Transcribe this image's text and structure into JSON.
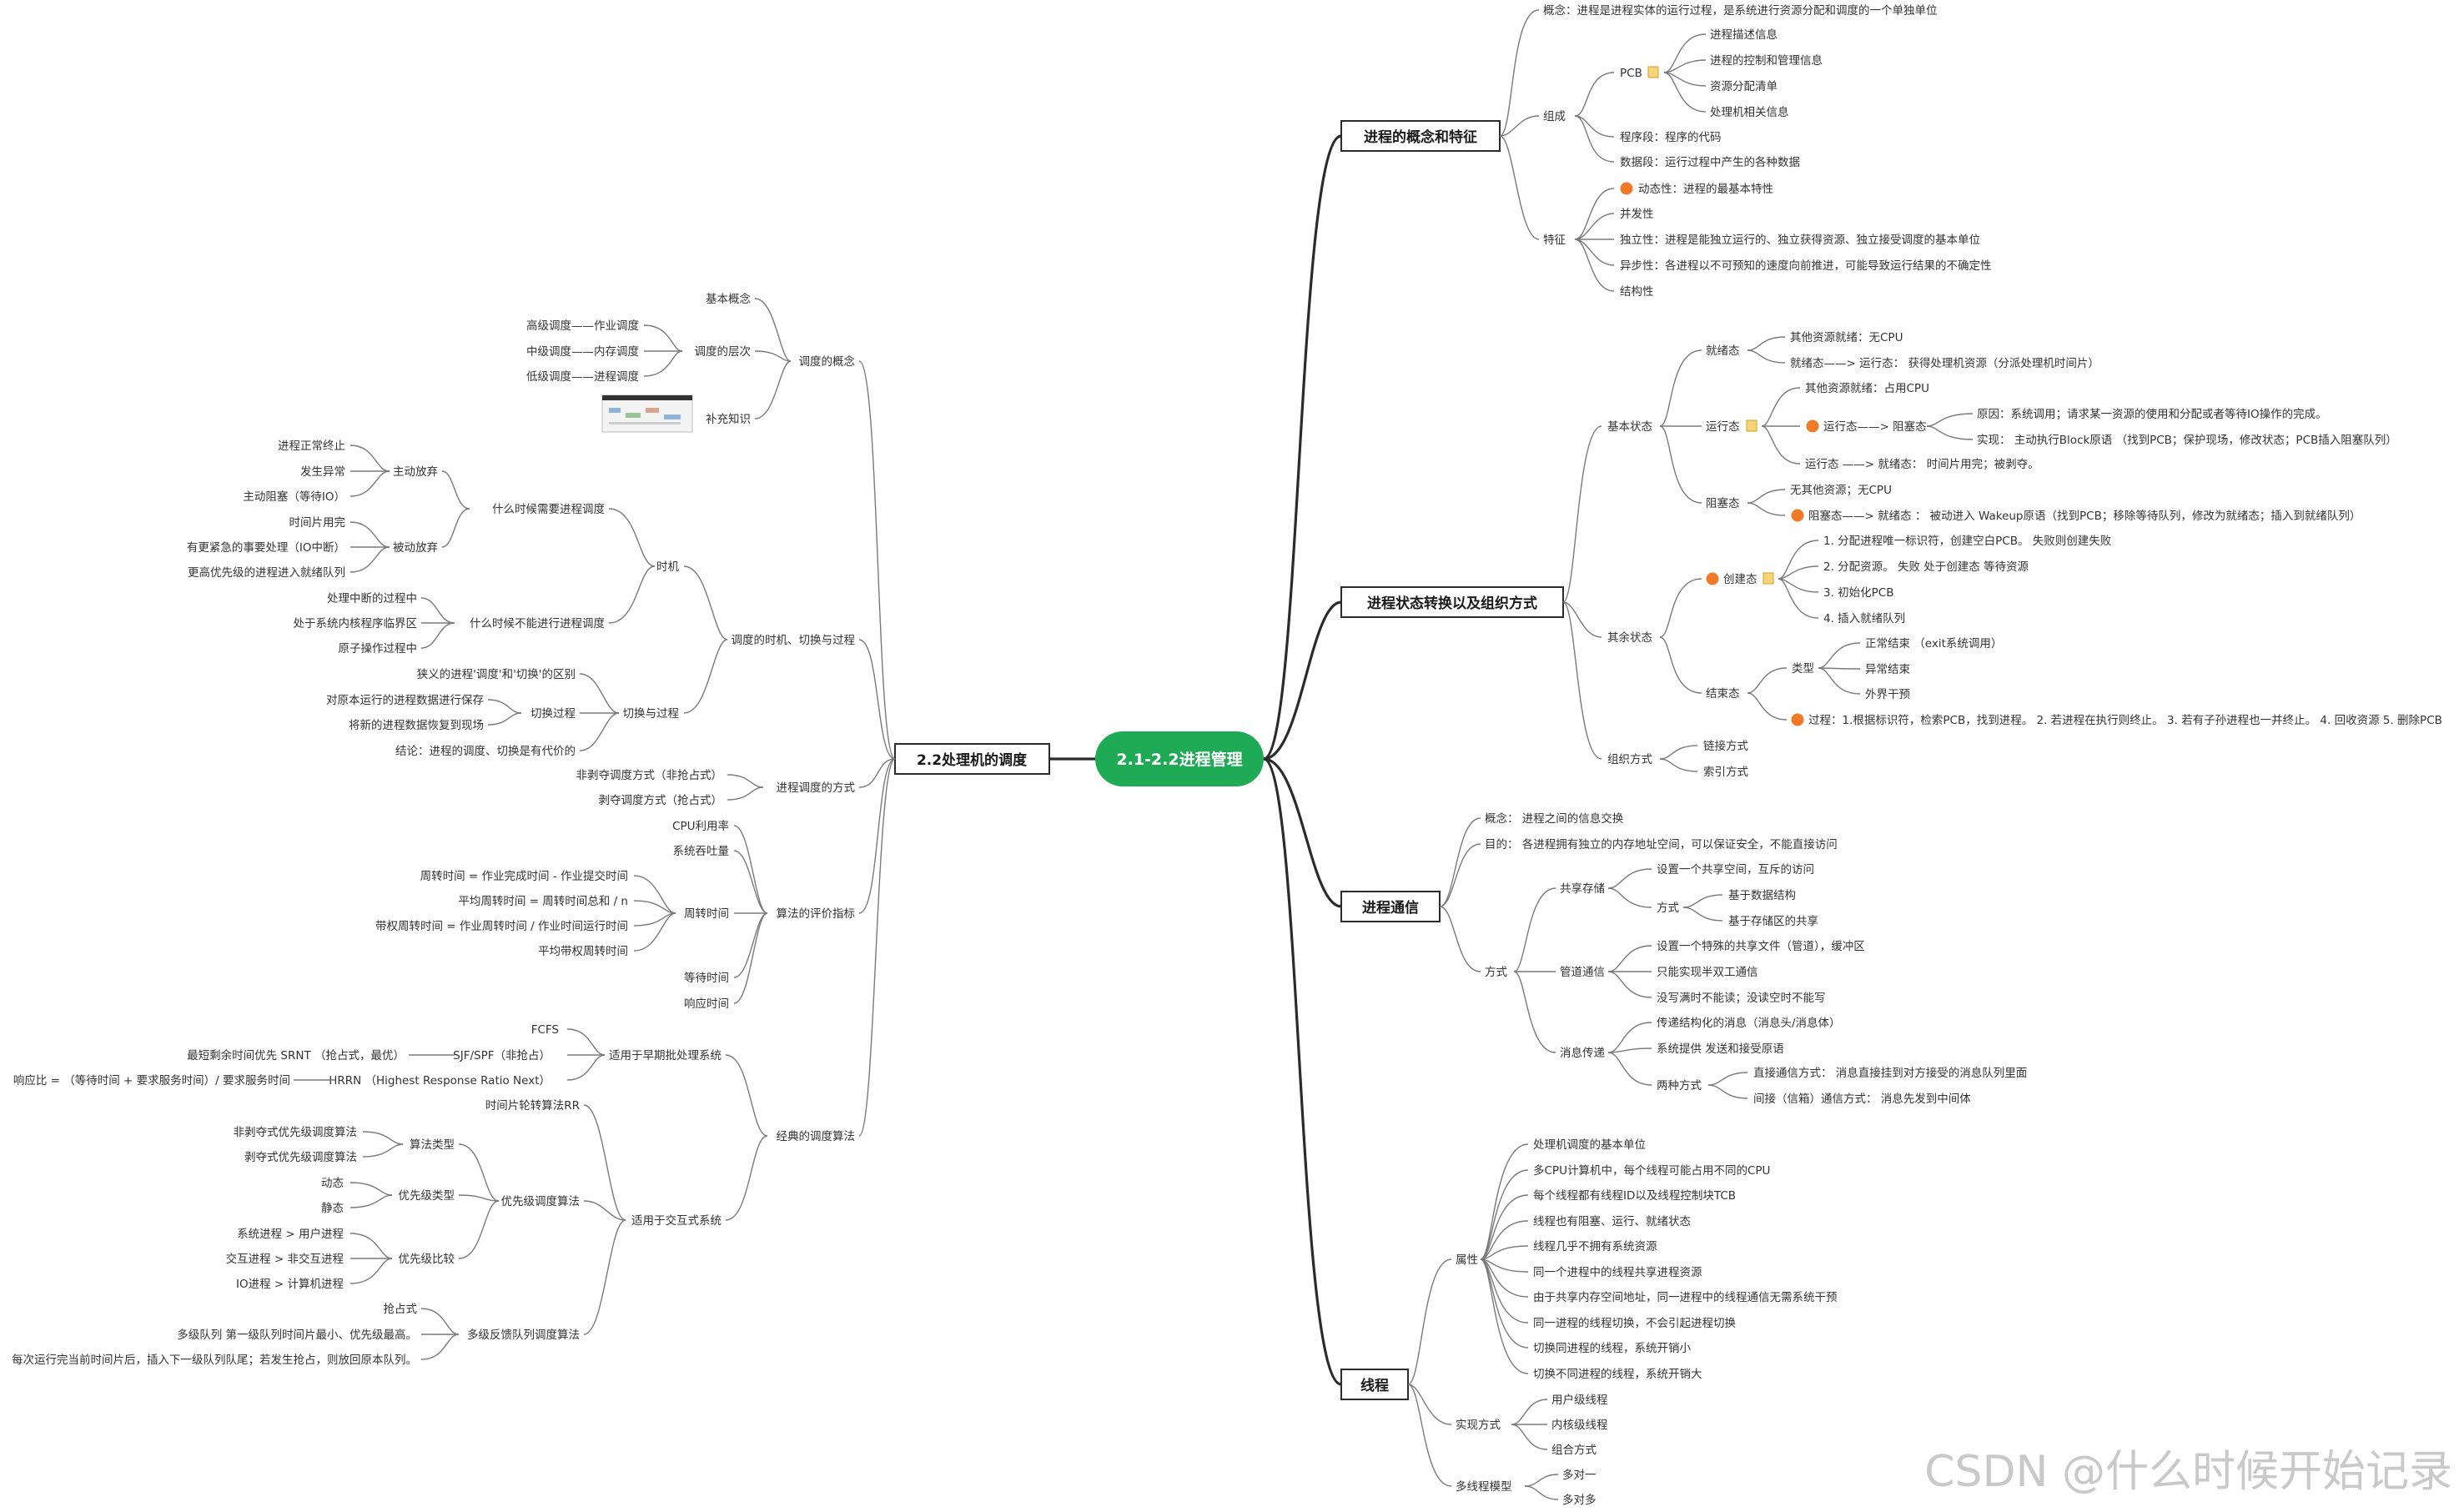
{
  "main": "2.1-2.2进程管理",
  "watermark": "CSDN @什么时候开始记录",
  "cat": {
    "c1": "进程的概念和特征",
    "c2": "进程状态转换以及组织方式",
    "c3": "进程通信",
    "c4": "线程",
    "c5": "2.2处理机的调度"
  },
  "c1": {
    "concept": "概念：进程是进程实体的运行过程，是系统进行资源分配和调度的一个单独单位",
    "zucheng": "组成",
    "pcb": "PCB",
    "pcb_items": [
      "进程描述信息",
      "进程的控制和管理信息",
      "资源分配清单",
      "处理机相关信息"
    ],
    "program": "程序段：程序的代码",
    "data": "数据段：运行过程中产生的各种数据",
    "tezheng": "特征",
    "tz_items": [
      "动态性：进程的最基本特性",
      "并发性",
      "独立性：进程是能独立运行的、独立获得资源、独立接受调度的基本单位",
      "异步性：各进程以不可预知的速度向前推进，可能导致运行结果的不确定性",
      "结构性"
    ]
  },
  "c2": {
    "basic": "基本状态",
    "jiuxu": "就绪态",
    "jx_items": [
      "其他资源就绪：无CPU",
      "就绪态——> 运行态： 获得处理机资源（分派处理机时间片）"
    ],
    "yunxing": "运行态",
    "yx_a": "其他资源就绪：占用CPU",
    "yx_b": "运行态——> 阻塞态",
    "yx_b_items": [
      "原因：系统调用；请求某一资源的使用和分配或者等待IO操作的完成。",
      "实现： 主动执行Block原语 （找到PCB；保护现场，修改状态；PCB插入阻塞队列）"
    ],
    "yx_c": "运行态 ——> 就绪态： 时间片用完；被剥夺。",
    "zuse": "阻塞态",
    "zs_items": [
      "无其他资源；无CPU",
      "阻塞态——> 就绪态 ： 被动进入 Wakeup原语（找到PCB；移除等待队列，修改为就绪态；插入到就绪队列）"
    ],
    "other": "其余状态",
    "chuangjian": "创建态",
    "cj_items": [
      "1. 分配进程唯一标识符，创建空白PCB。 失败则创建失败",
      "2. 分配资源。 失败 处于创建态 等待资源",
      "3. 初始化PCB",
      "4. 插入就绪队列"
    ],
    "jieshu": "结束态",
    "leixing": "类型",
    "lx_items": [
      "正常结束 （exit系统调用）",
      "异常结束",
      "外界干预"
    ],
    "guocheng": "过程：1.根据标识符，检索PCB，找到进程。 2. 若进程在执行则终止。 3. 若有子孙进程也一并终止。 4. 回收资源 5. 删除PCB",
    "org": "组织方式",
    "org_items": [
      "链接方式",
      "索引方式"
    ]
  },
  "c3": {
    "concept": "概念： 进程之间的信息交换",
    "purpose": "目的： 各进程拥有独立的内存地址空间，可以保证安全，不能直接访问",
    "method": "方式",
    "gx": "共享存储",
    "gx_a": "设置一个共享空间，互斥的访问",
    "gx_way": "方式",
    "gx_way_items": [
      "基于数据结构",
      "基于存储区的共享"
    ],
    "gd": "管道通信",
    "gd_items": [
      "设置一个特殊的共享文件（管道），缓冲区",
      "只能实现半双工通信",
      "没写满时不能读；没读空时不能写"
    ],
    "xx": "消息传递",
    "xx_items": [
      "传递结构化的消息（消息头/消息体）",
      "系统提供 发送和接受原语"
    ],
    "xx_two": "两种方式",
    "xx_two_items": [
      "直接通信方式： 消息直接挂到对方接受的消息队列里面",
      "间接（信箱）通信方式： 消息先发到中间体"
    ]
  },
  "c4": {
    "attr": "属性",
    "attr_items": [
      "处理机调度的基本单位",
      "多CPU计算机中，每个线程可能占用不同的CPU",
      "每个线程都有线程ID以及线程控制块TCB",
      "线程也有阻塞、运行、就绪状态",
      "线程几乎不拥有系统资源",
      "同一个进程中的线程共享进程资源",
      "由于共享内存空间地址，同一进程中的线程通信无需系统干预",
      "同一进程的线程切换，不会引起进程切换",
      "切换同进程的线程，系统开销小",
      "切换不同进程的线程，系统开销大"
    ],
    "impl": "实现方式",
    "impl_items": [
      "用户级线程",
      "内核级线程",
      "组合方式"
    ],
    "model": "多线程模型",
    "model_items": [
      "多对一",
      "多对多"
    ]
  },
  "c5": {
    "ddgn": "调度的概念",
    "jbgn": "基本概念",
    "ddcc": "调度的层次",
    "ddcc_items": [
      "高级调度——作业调度",
      "中级调度——内存调度",
      "低级调度——进程调度"
    ],
    "bczs": "补充知识",
    "sjqh": "调度的时机、切换与过程",
    "shiji": "时机",
    "sm": "什么时候需要进程调度",
    "zdfq": "主动放弃",
    "zdfq_items": [
      "进程正常终止",
      "发生异常",
      "主动阻塞（等待IO）"
    ],
    "bdfq": "被动放弃",
    "bdfq_items": [
      "时间片用完",
      "有更紧急的事要处理（IO中断）",
      "更高优先级的进程进入就绪队列"
    ],
    "sbn": "什么时候不能进行进程调度",
    "sbn_items": [
      "处理中断的过程中",
      "处于系统内核程序临界区",
      "原子操作过程中"
    ],
    "qhgc": "切换与过程",
    "qhgc_a": "狭义的进程'调度'和'切换'的区别",
    "qhgc_gc": "切换过程",
    "qhgc_gc_items": [
      "对原本运行的进程数据进行保存",
      "将新的进程数据恢复到现场"
    ],
    "qhgc_d": "结论：进程的调度、切换是有代价的",
    "fs": "进程调度的方式",
    "fs_items": [
      "非剥夺调度方式（非抢占式）",
      "剥夺调度方式（抢占式）"
    ],
    "pj": "算法的评价指标",
    "pj_a": "CPU利用率",
    "pj_b": "系统吞吐量",
    "zz": "周转时间",
    "zz_items": [
      "周转时间 = 作业完成时间 - 作业提交时间",
      "平均周转时间 = 周转时间总和 / n",
      "带权周转时间 = 作业周转时间 / 作业时间运行时间",
      "平均带权周转时间"
    ],
    "pj_c": "等待时间",
    "pj_d": "响应时间",
    "jd": "经典的调度算法",
    "zq": "适用于早期批处理系统",
    "fcfs": "FCFS",
    "sjf": "SJF/SPF（非抢占）",
    "srnt": "最短剩余时间优先 SRNT （抢占式，最优）",
    "hrrn": "HRRN （Highest Response Ratio Next）",
    "xyb": "响应比 = （等待时间 + 要求服务时间）/ 要求服务时间",
    "jh": "适用于交互式系统",
    "rr": "时间片轮转算法RR",
    "yxj": "优先级调度算法",
    "sflx": "算法类型",
    "sflx_items": [
      "非剥夺式优先级调度算法",
      "剥夺式优先级调度算法"
    ],
    "yxjlx": "优先级类型",
    "yxjlx_items": [
      "动态",
      "静态"
    ],
    "yxjbj": "优先级比较",
    "yxjbj_items": [
      "系统进程 > 用户进程",
      "交互进程 > 非交互进程",
      "IO进程 > 计算机进程"
    ],
    "dj": "多级反馈队列调度算法",
    "dj_a": "抢占式",
    "dj_b": "多级队列 第一级队列时间片最小、优先级最高。",
    "dj_c": "每次运行完当前时间片后，插入下一级队列队尾；若发生抢占，则放回原本队列。"
  }
}
